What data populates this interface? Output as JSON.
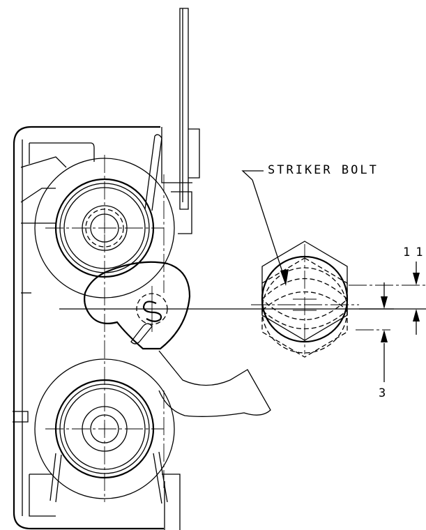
{
  "callout": {
    "part_label": "STRIKER BOLT"
  },
  "dimensions": {
    "upper_value": "11",
    "lower_value": "3"
  }
}
